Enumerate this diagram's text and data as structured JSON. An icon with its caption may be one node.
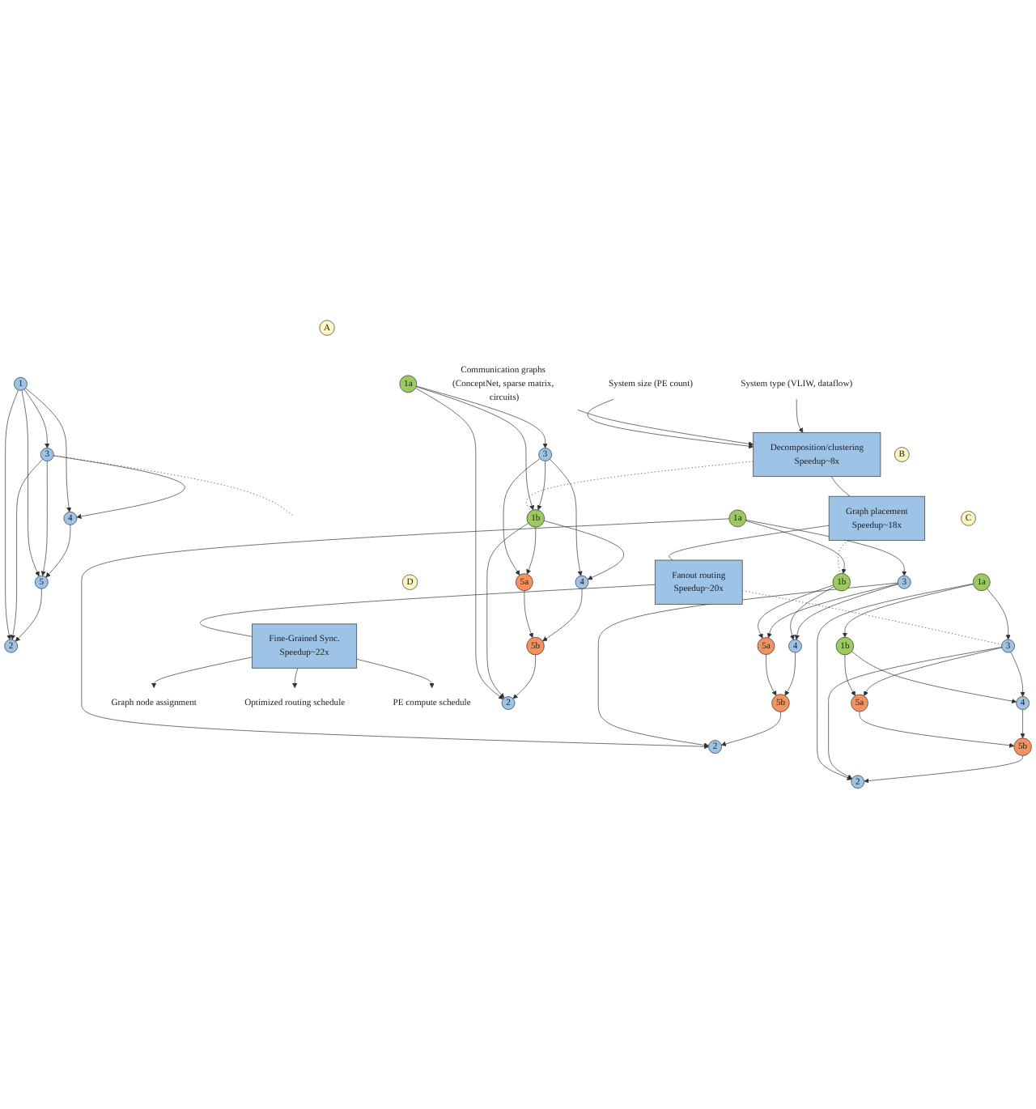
{
  "diagram": {
    "nodes": [
      {
        "text": [
          "System size (PE count)"
        ]
      },
      {
        "text": [
          "Communication graphs (ConceptNet, sparse matrix, circuits)"
        ]
      },
      {
        "text": [
          "System type (VLIW, dataflow)"
        ]
      },
      {
        "text": [
          "A"
        ]
      },
      {
        "text": [
          "Decomposition/clustering",
          "Speedup~8x"
        ]
      },
      {
        "text": [
          "B"
        ]
      },
      {
        "text": [
          "Graph placement",
          "Speedup~18x"
        ]
      },
      {
        "text": [
          "C"
        ]
      },
      {
        "text": [
          "Fanout routing",
          "Speedup~20x"
        ]
      },
      {
        "text": [
          "D"
        ]
      },
      {
        "text": [
          "Fine-Grained Sync.",
          "Speedup~22x"
        ]
      },
      {
        "text": [
          "Graph node assignment"
        ]
      },
      {
        "text": [
          "Optimized routing schedule"
        ]
      },
      {
        "text": [
          "PE compute schedule"
        ]
      },
      {
        "text": [
          "1"
        ]
      },
      {
        "text": [
          "3"
        ]
      },
      {
        "text": [
          "5"
        ]
      },
      {
        "text": [
          "2"
        ]
      },
      {
        "text": [
          "4"
        ]
      },
      {
        "text": [
          "1a"
        ]
      },
      {
        "text": [
          "3"
        ]
      },
      {
        "text": [
          "1b"
        ]
      },
      {
        "text": [
          "5a"
        ]
      },
      {
        "text": [
          "2"
        ]
      },
      {
        "text": [
          "4"
        ]
      },
      {
        "text": [
          "5b"
        ]
      },
      {
        "text": [
          "1a"
        ]
      },
      {
        "text": [
          "1b"
        ]
      },
      {
        "text": [
          "3"
        ]
      },
      {
        "text": [
          "5a"
        ]
      },
      {
        "text": [
          "4"
        ]
      },
      {
        "text": [
          "2"
        ]
      },
      {
        "text": [
          "5b"
        ]
      },
      {
        "text": [
          "1a"
        ]
      },
      {
        "text": [
          "1b"
        ]
      },
      {
        "text": [
          "3"
        ]
      },
      {
        "text": [
          "5a"
        ]
      },
      {
        "text": [
          "4"
        ]
      },
      {
        "text": [
          "2"
        ]
      },
      {
        "text": [
          "5b"
        ]
      }
    ],
    "edges": [
      {
        "from": 0,
        "to": 4,
        "arrow": "to"
      },
      {
        "from": 1,
        "to": 4,
        "arrow": "to"
      },
      {
        "from": 2,
        "to": 4,
        "arrow": "to"
      },
      {
        "from": 4,
        "to": 6,
        "arrow": "none"
      },
      {
        "from": 6,
        "to": 8,
        "arrow": "none"
      },
      {
        "from": 8,
        "to": 10,
        "arrow": "none"
      },
      {
        "from": 10,
        "to": 11,
        "arrow": "to"
      },
      {
        "from": 10,
        "to": 12,
        "arrow": "to"
      },
      {
        "from": 10,
        "to": 13,
        "arrow": "to"
      },
      {
        "from": 15,
        "to": null,
        "arrow": "none",
        "style": "dashed"
      },
      {
        "from": 4,
        "to": 21,
        "arrow": "none",
        "style": "dashed"
      },
      {
        "from": 6,
        "to": 27,
        "arrow": "none",
        "style": "dashed"
      },
      {
        "from": 8,
        "to": 35,
        "arrow": "none",
        "style": "dashed"
      },
      {
        "from": 14,
        "to": 15,
        "arrow": "to"
      },
      {
        "from": 14,
        "to": 17,
        "arrow": "to"
      },
      {
        "from": 14,
        "to": 16,
        "arrow": "to"
      },
      {
        "from": 14,
        "to": 18,
        "arrow": "to"
      },
      {
        "from": 15,
        "to": 16,
        "arrow": "to"
      },
      {
        "from": 15,
        "to": 18,
        "arrow": "to"
      },
      {
        "from": 15,
        "to": 17,
        "arrow": "to"
      },
      {
        "from": 16,
        "to": 17,
        "arrow": "to"
      },
      {
        "from": 18,
        "to": 16,
        "arrow": "to"
      },
      {
        "from": 19,
        "to": 20,
        "arrow": "to"
      },
      {
        "from": 19,
        "to": 21,
        "arrow": "to"
      },
      {
        "from": 19,
        "to": 23,
        "arrow": "to"
      },
      {
        "from": 20,
        "to": 21,
        "arrow": "to"
      },
      {
        "from": 20,
        "to": 22,
        "arrow": "to"
      },
      {
        "from": 20,
        "to": 24,
        "arrow": "to"
      },
      {
        "from": 21,
        "to": 22,
        "arrow": "to"
      },
      {
        "from": 21,
        "to": 23,
        "arrow": "to"
      },
      {
        "from": 21,
        "to": 24,
        "arrow": "to"
      },
      {
        "from": 22,
        "to": 25,
        "arrow": "to"
      },
      {
        "from": 24,
        "to": 25,
        "arrow": "to"
      },
      {
        "from": 25,
        "to": 23,
        "arrow": "to"
      },
      {
        "from": 26,
        "to": 27,
        "arrow": "to"
      },
      {
        "from": 26,
        "to": 28,
        "arrow": "to"
      },
      {
        "from": 26,
        "to": 31,
        "arrow": "to"
      },
      {
        "from": 27,
        "to": 29,
        "arrow": "to"
      },
      {
        "from": 27,
        "to": 30,
        "arrow": "to"
      },
      {
        "from": 28,
        "to": 29,
        "arrow": "to"
      },
      {
        "from": 28,
        "to": 30,
        "arrow": "to"
      },
      {
        "from": 28,
        "to": 31,
        "arrow": "to"
      },
      {
        "from": 29,
        "to": 32,
        "arrow": "to"
      },
      {
        "from": 30,
        "to": 32,
        "arrow": "to"
      },
      {
        "from": 32,
        "to": 31,
        "arrow": "to"
      },
      {
        "from": 33,
        "to": 35,
        "arrow": "to"
      },
      {
        "from": 33,
        "to": 34,
        "arrow": "to"
      },
      {
        "from": 33,
        "to": 38,
        "arrow": "to"
      },
      {
        "from": 34,
        "to": 36,
        "arrow": "to"
      },
      {
        "from": 34,
        "to": 37,
        "arrow": "to"
      },
      {
        "from": 35,
        "to": 38,
        "arrow": "to"
      },
      {
        "from": 35,
        "to": 36,
        "arrow": "to"
      },
      {
        "from": 35,
        "to": 37,
        "arrow": "to"
      },
      {
        "from": 36,
        "to": 39,
        "arrow": "to"
      },
      {
        "from": 37,
        "to": 39,
        "arrow": "to"
      },
      {
        "from": 39,
        "to": 38,
        "arrow": "to"
      }
    ]
  }
}
